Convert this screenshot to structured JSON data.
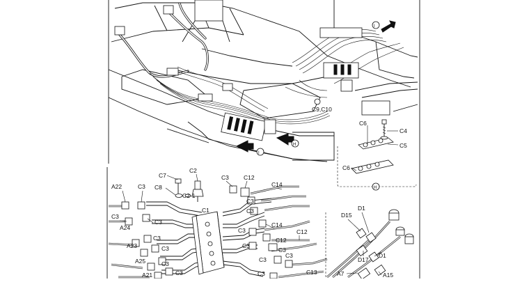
{
  "labels": {
    "C9C10": "C9,C10",
    "C6_top": "C6",
    "C4": "C4",
    "C5": "C5",
    "C6_bottom": "C6",
    "circle_I_top": "I",
    "circle_I_mid": "I",
    "circle_H_mid": "H",
    "circle_H_detail": "H",
    "C7": "C7",
    "C2": "C2",
    "C8": "C8",
    "C21": "C2-1",
    "C1": "C1",
    "A22": "A22",
    "C3_a": "C3",
    "C3_b": "C3",
    "C12_top": "C12",
    "C14_top": "C14",
    "C3_c": "C3",
    "C3_d": "C3",
    "C3_e": "C3",
    "C3_f": "C3",
    "A24": "A24",
    "C3_g": "C3",
    "C14_mid": "C14",
    "C3_h": "C3",
    "C12_mid": "C12",
    "A23": "A23",
    "C3_i": "C3",
    "C12_low": "C12",
    "C3_j": "C3",
    "C3_k": "C3",
    "A25": "A25",
    "C3_l": "C3",
    "C3_m": "C3",
    "C3_n": "C3",
    "C13": "C13",
    "A21": "A21",
    "C3_o": "C3",
    "C3_p": "C3",
    "D15": "D15",
    "D1_top": "D1",
    "D17": "D17",
    "D1_low": "D1",
    "A7": "A7",
    "A15": "A15"
  }
}
